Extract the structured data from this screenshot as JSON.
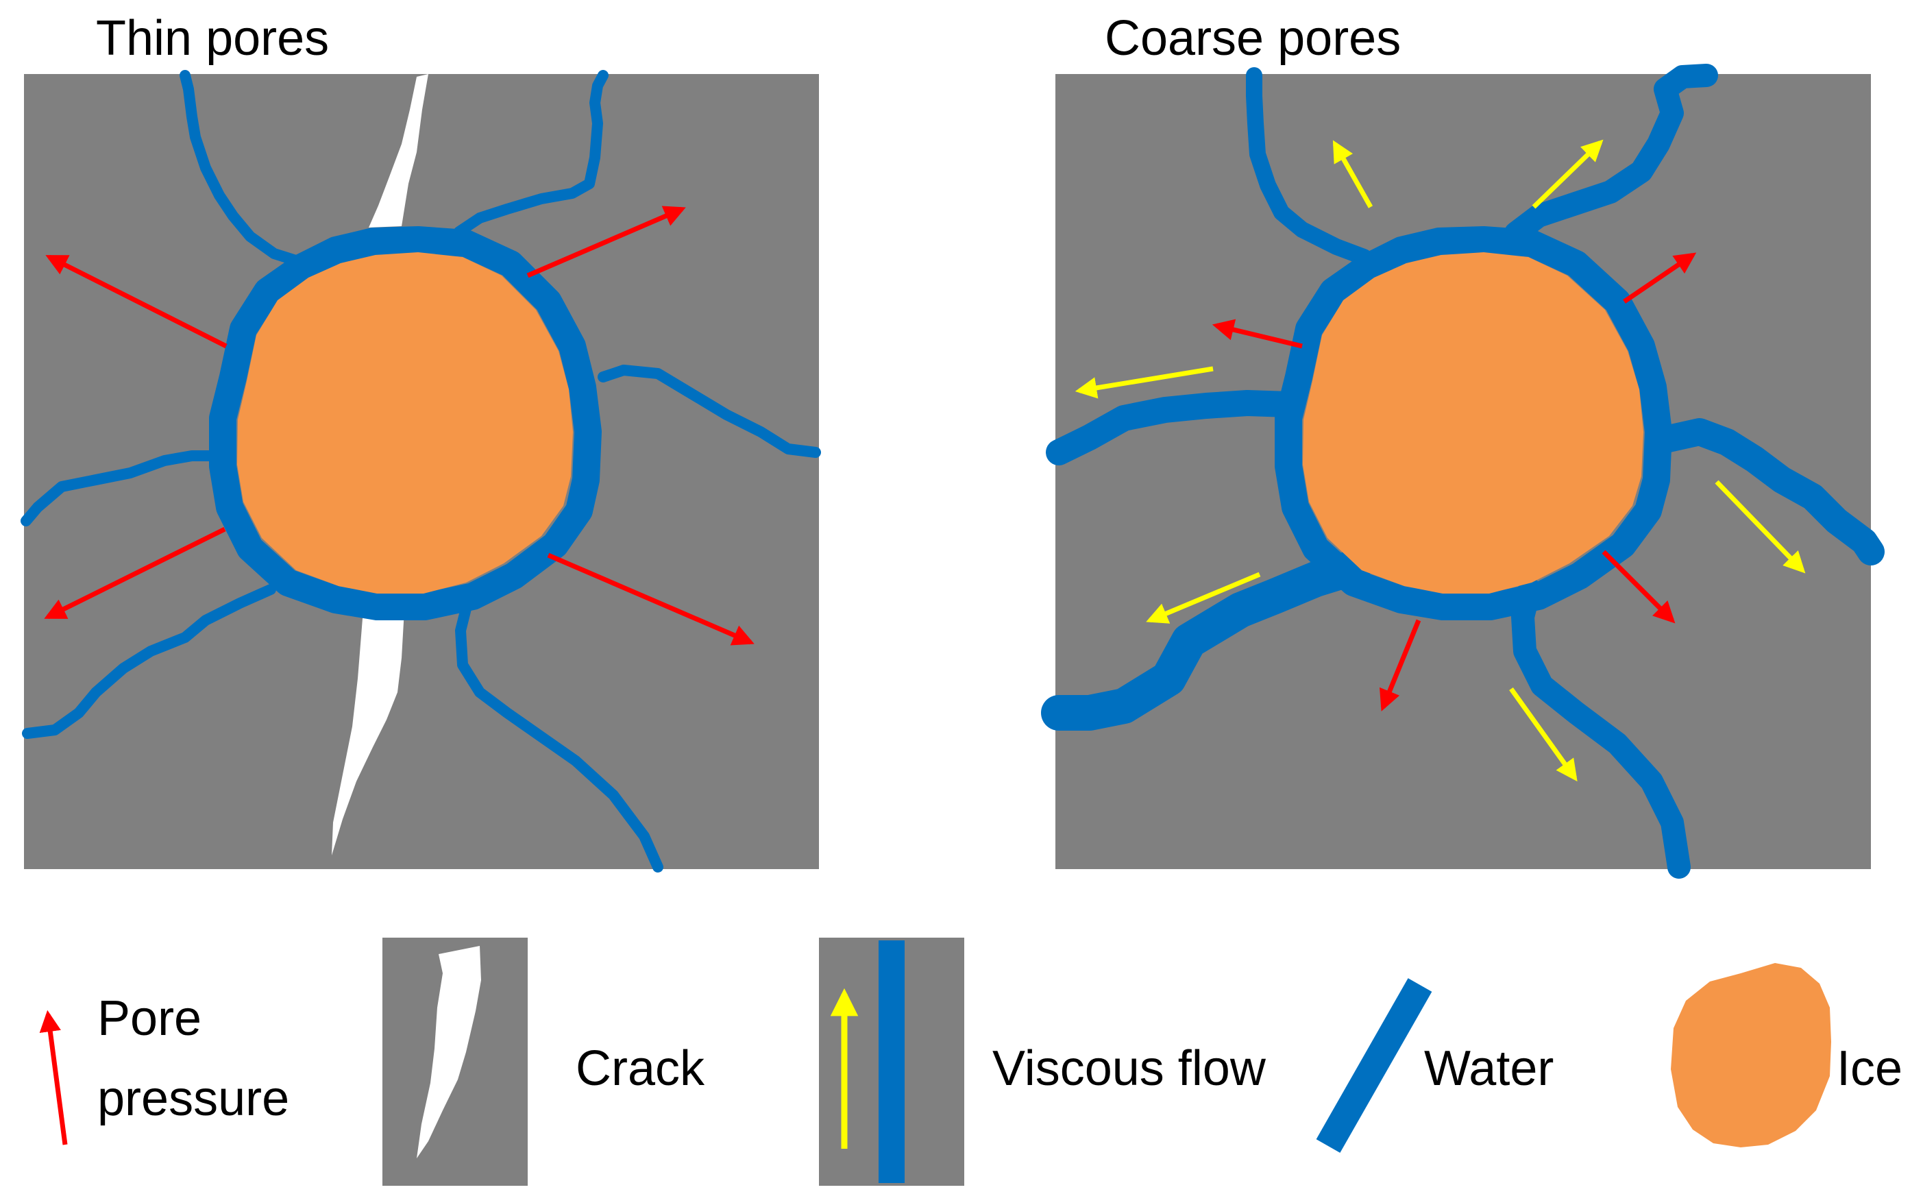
{
  "panels": {
    "thin": {
      "title": "Thin pores"
    },
    "coarse": {
      "title": "Coarse pores"
    }
  },
  "legend": {
    "pore_pressure_line1": "Pore",
    "pore_pressure_line2": "pressure",
    "crack": "Crack",
    "viscous_flow": "Viscous flow",
    "water": "Water",
    "ice": "Ice"
  },
  "colors": {
    "matrix": "#808080",
    "water": "#0070C0",
    "ice": "#F59648",
    "crack": "#FFFFFF",
    "pore_pressure_arrow": "#FF0000",
    "viscous_flow_arrow": "#FFFF00"
  }
}
